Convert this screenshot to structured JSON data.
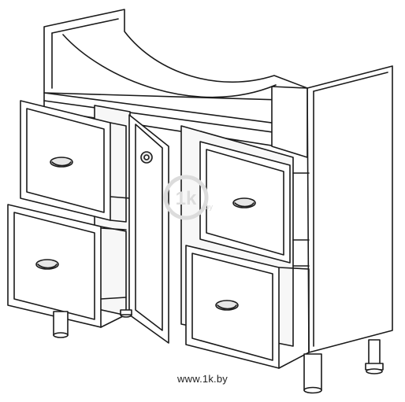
{
  "caption": "www.1k.by",
  "watermark": {
    "text": "1k",
    "sub": ".by",
    "color": "#dcdcdc"
  },
  "colors": {
    "stroke": "#1a1a1a",
    "fill": "#ffffff",
    "shade": "#f2f2f2",
    "handle": "#e6e6e6"
  }
}
